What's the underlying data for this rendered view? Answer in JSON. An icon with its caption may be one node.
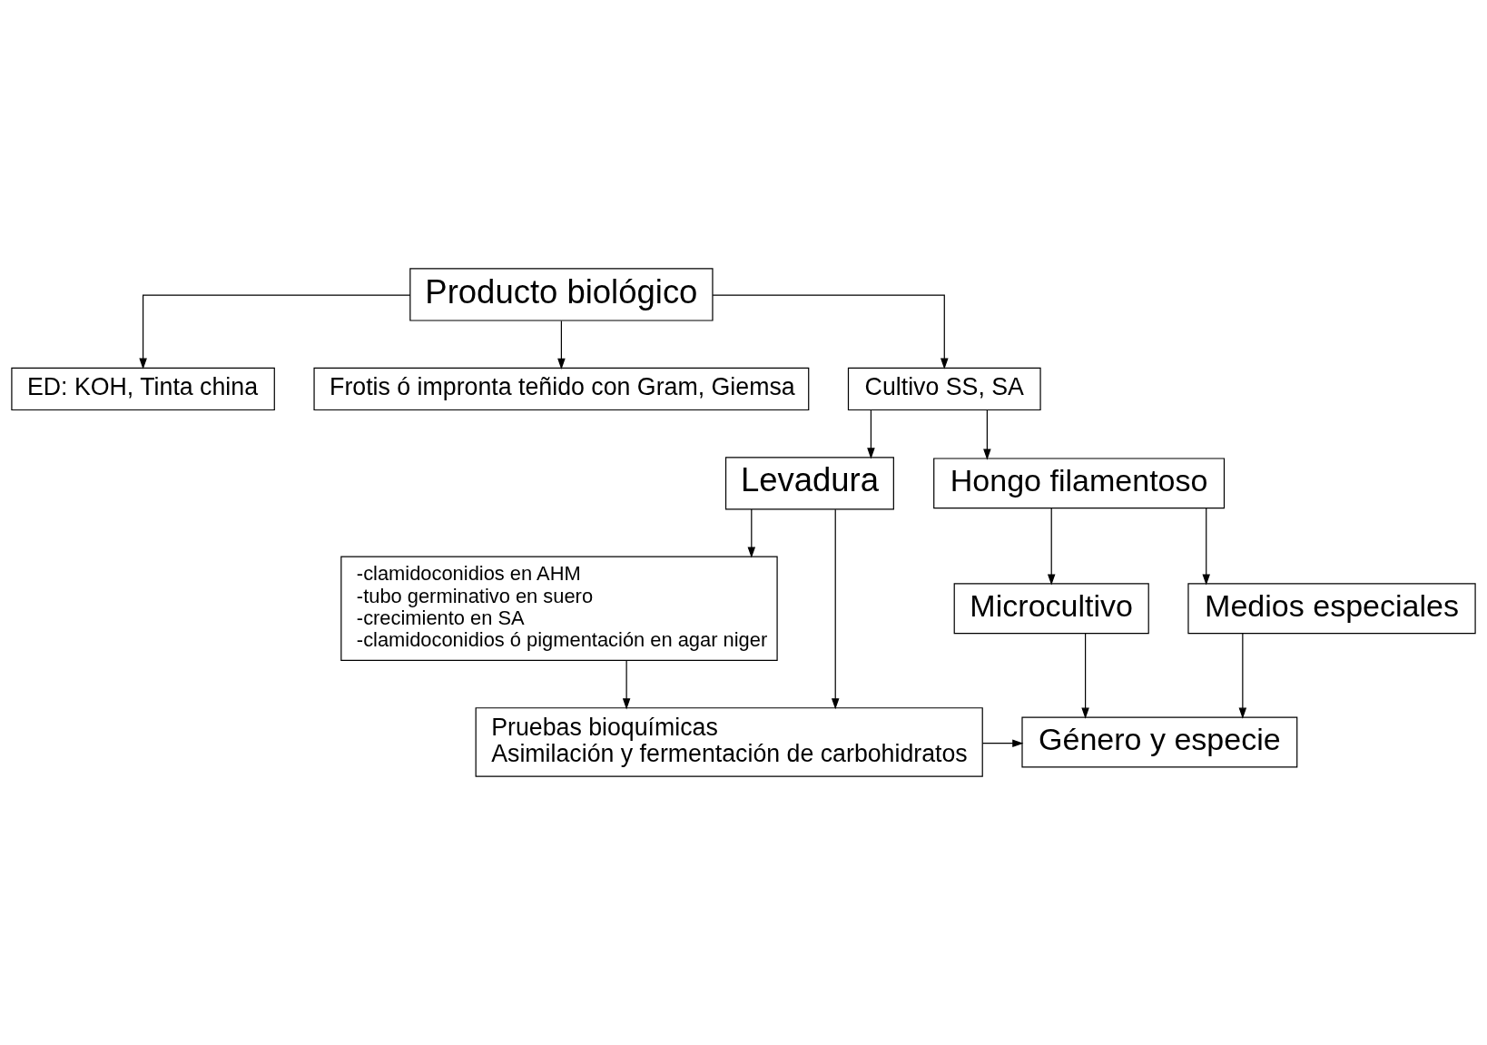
{
  "diagram": {
    "nodes": [
      {
        "text": [
          "Producto biológico"
        ]
      },
      {
        "text": [
          "ED: KOH, Tinta china"
        ]
      },
      {
        "text": [
          "Frotis ó impronta teñido con Gram, Giemsa"
        ]
      },
      {
        "text": [
          "Cultivo SS, SA"
        ]
      },
      {
        "text": [
          "Levadura"
        ]
      },
      {
        "text": [
          "Hongo filamentoso"
        ]
      },
      {
        "text": [
          "Microcultivo"
        ]
      },
      {
        "text": [
          "Medios especiales"
        ]
      },
      {
        "text": [
          "-clamidoconidios en AHM",
          "-tubo germinativo en suero",
          "-crecimiento en SA",
          "-clamidoconidios ó pigmentación en agar niger"
        ]
      },
      {
        "text": [
          "Pruebas bioquímicas",
          "Asimilación y fermentación de carbohidratos"
        ]
      },
      {
        "text": [
          "Género y especie"
        ]
      }
    ],
    "edges": [
      {
        "from": 0,
        "to": 1,
        "arrow": "to"
      },
      {
        "from": 0,
        "to": 2,
        "arrow": "to"
      },
      {
        "from": 0,
        "to": 3,
        "arrow": "to"
      },
      {
        "from": 3,
        "to": 5,
        "arrow": "to"
      },
      {
        "from": 3,
        "to": 4,
        "arrow": "to"
      },
      {
        "from": 5,
        "to": 6,
        "arrow": "to"
      },
      {
        "from": 5,
        "to": 7,
        "arrow": "to"
      },
      {
        "from": 4,
        "to": 8,
        "arrow": "to"
      },
      {
        "from": 4,
        "to": 9,
        "arrow": "to"
      },
      {
        "from": 6,
        "to": 10,
        "arrow": "to"
      },
      {
        "from": 7,
        "to": 10,
        "arrow": "to"
      },
      {
        "from": 8,
        "to": 9,
        "arrow": "to"
      },
      {
        "from": 9,
        "to": 10,
        "arrow": "to"
      }
    ]
  }
}
